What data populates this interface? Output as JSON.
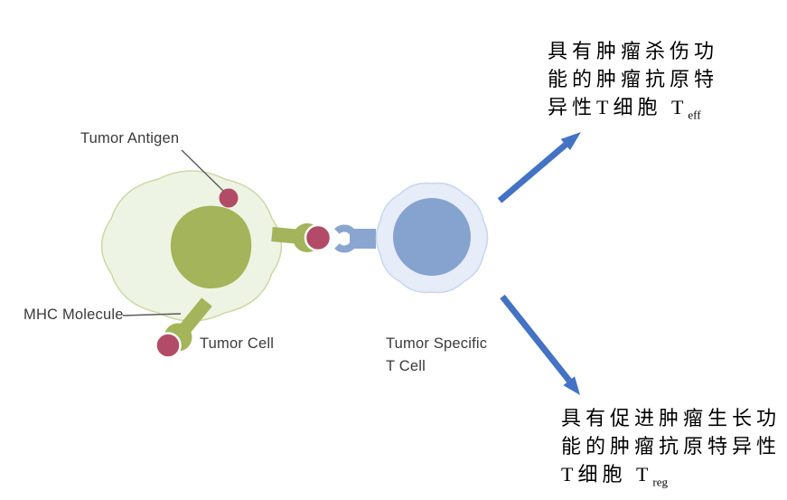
{
  "diagram": {
    "labels": {
      "tumor_antigen": "Tumor Antigen",
      "mhc_molecule": "MHC Molecule",
      "tumor_cell": "Tumor Cell",
      "tumor_specific_t_cell_line1": "Tumor Specific",
      "tumor_specific_t_cell_line2": "T Cell"
    },
    "outcomes": {
      "teff": {
        "line1": "具有肿瘤杀伤功",
        "line2": "能的肿瘤抗原特",
        "line3_prefix": "异性T细胞 T",
        "subscript": "eff"
      },
      "treg": {
        "line1": "具有促进肿瘤生长功",
        "line2": "能的肿瘤抗原特异性",
        "line3_prefix": "T细胞 T",
        "subscript": "reg"
      }
    }
  },
  "colors": {
    "olive": "#a3b45a",
    "cell_body": "#eef4e3",
    "cell_border": "#ccd8a4",
    "maroon": "#b24b67",
    "tcell_body": "#e6edf8",
    "tcell_border": "#c7d5ee",
    "steel_blue": "#85a3ce",
    "receptor_blue": "#8aa6d0",
    "arrow_blue": "#4472c4",
    "label_text": "#3a3a3a",
    "outcome_text": "#000000",
    "leader_line": "#5a5a5a"
  }
}
